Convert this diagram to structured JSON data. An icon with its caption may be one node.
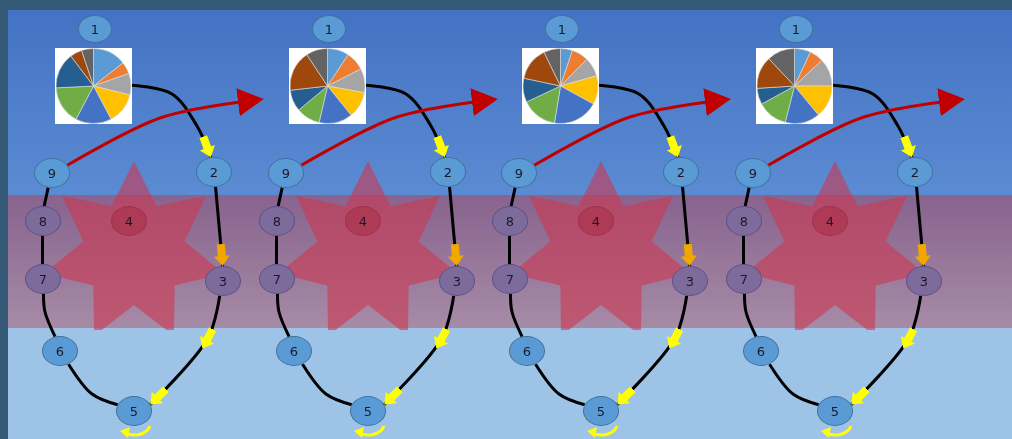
{
  "diagram": {
    "nodes": [
      {
        "text": [
          "1"
        ]
      },
      {
        "text": [],
        "shape": "picture"
      },
      {
        "text": [
          "9"
        ]
      },
      {
        "text": [
          "2"
        ]
      },
      {
        "text": [
          "8"
        ]
      },
      {
        "text": [],
        "shape": "star"
      },
      {
        "text": [
          "4"
        ],
        "in": 5
      },
      {
        "text": [
          "7"
        ]
      },
      {
        "text": [
          "3"
        ]
      },
      {
        "text": [
          "6"
        ]
      },
      {
        "text": [
          "5"
        ]
      },
      {
        "text": [
          "1"
        ]
      },
      {
        "text": [],
        "shape": "picture"
      },
      {
        "text": [
          "9"
        ]
      },
      {
        "text": [
          "2"
        ]
      },
      {
        "text": [
          "8"
        ]
      },
      {
        "text": [],
        "shape": "star"
      },
      {
        "text": [
          "4"
        ],
        "in": 16
      },
      {
        "text": [
          "7"
        ]
      },
      {
        "text": [
          "3"
        ]
      },
      {
        "text": [
          "6"
        ]
      },
      {
        "text": [
          "5"
        ]
      },
      {
        "text": [
          "1"
        ]
      },
      {
        "text": [],
        "shape": "picture"
      },
      {
        "text": [
          "9"
        ]
      },
      {
        "text": [
          "2"
        ]
      },
      {
        "text": [
          "8"
        ]
      },
      {
        "text": [],
        "shape": "star"
      },
      {
        "text": [
          "4"
        ],
        "in": 27
      },
      {
        "text": [
          "7"
        ]
      },
      {
        "text": [
          "3"
        ]
      },
      {
        "text": [
          "6"
        ]
      },
      {
        "text": [
          "5"
        ]
      },
      {
        "text": [
          "1"
        ]
      },
      {
        "text": [],
        "shape": "picture"
      },
      {
        "text": [
          "9"
        ]
      },
      {
        "text": [
          "2"
        ]
      },
      {
        "text": [
          "8"
        ]
      },
      {
        "text": [],
        "shape": "star"
      },
      {
        "text": [
          "4"
        ],
        "in": 38
      },
      {
        "text": [
          "7"
        ]
      },
      {
        "text": [
          "3"
        ]
      },
      {
        "text": [
          "6"
        ]
      },
      {
        "text": [
          "5"
        ]
      }
    ],
    "edges": [
      {
        "from": 1,
        "to": 3,
        "arrow": "to"
      },
      {
        "from": 3,
        "to": 8,
        "arrow": "to"
      },
      {
        "from": 8,
        "to": 10,
        "arrow": "to"
      },
      {
        "from": 10,
        "to": 9,
        "arrow": "none"
      },
      {
        "from": 9,
        "to": 7,
        "arrow": "none"
      },
      {
        "from": 7,
        "to": 4,
        "arrow": "none"
      },
      {
        "from": 4,
        "to": 2,
        "arrow": "none"
      },
      {
        "from": 2,
        "to": null,
        "arrow": "to",
        "color": "#c00000"
      },
      {
        "from": 12,
        "to": 14,
        "arrow": "to"
      },
      {
        "from": 14,
        "to": 19,
        "arrow": "to"
      },
      {
        "from": 19,
        "to": 21,
        "arrow": "to"
      },
      {
        "from": 21,
        "to": 20,
        "arrow": "none"
      },
      {
        "from": 20,
        "to": 18,
        "arrow": "none"
      },
      {
        "from": 18,
        "to": 15,
        "arrow": "none"
      },
      {
        "from": 15,
        "to": 13,
        "arrow": "none"
      },
      {
        "from": 13,
        "to": null,
        "arrow": "to",
        "color": "#c00000"
      },
      {
        "from": 23,
        "to": 25,
        "arrow": "to"
      },
      {
        "from": 25,
        "to": 30,
        "arrow": "to"
      },
      {
        "from": 30,
        "to": 32,
        "arrow": "to"
      },
      {
        "from": 32,
        "to": 31,
        "arrow": "none"
      },
      {
        "from": 31,
        "to": 29,
        "arrow": "none"
      },
      {
        "from": 29,
        "to": 26,
        "arrow": "none"
      },
      {
        "from": 26,
        "to": 24,
        "arrow": "none"
      },
      {
        "from": 24,
        "to": null,
        "arrow": "to",
        "color": "#c00000"
      },
      {
        "from": 34,
        "to": 36,
        "arrow": "to"
      },
      {
        "from": 36,
        "to": 41,
        "arrow": "to"
      },
      {
        "from": 41,
        "to": 43,
        "arrow": "to"
      },
      {
        "from": 43,
        "to": 42,
        "arrow": "none"
      },
      {
        "from": 42,
        "to": 40,
        "arrow": "none"
      },
      {
        "from": 40,
        "to": 37,
        "arrow": "none"
      },
      {
        "from": 37,
        "to": 35,
        "arrow": "none"
      },
      {
        "from": 35,
        "to": null,
        "arrow": "to",
        "color": "#c00000"
      }
    ]
  }
}
